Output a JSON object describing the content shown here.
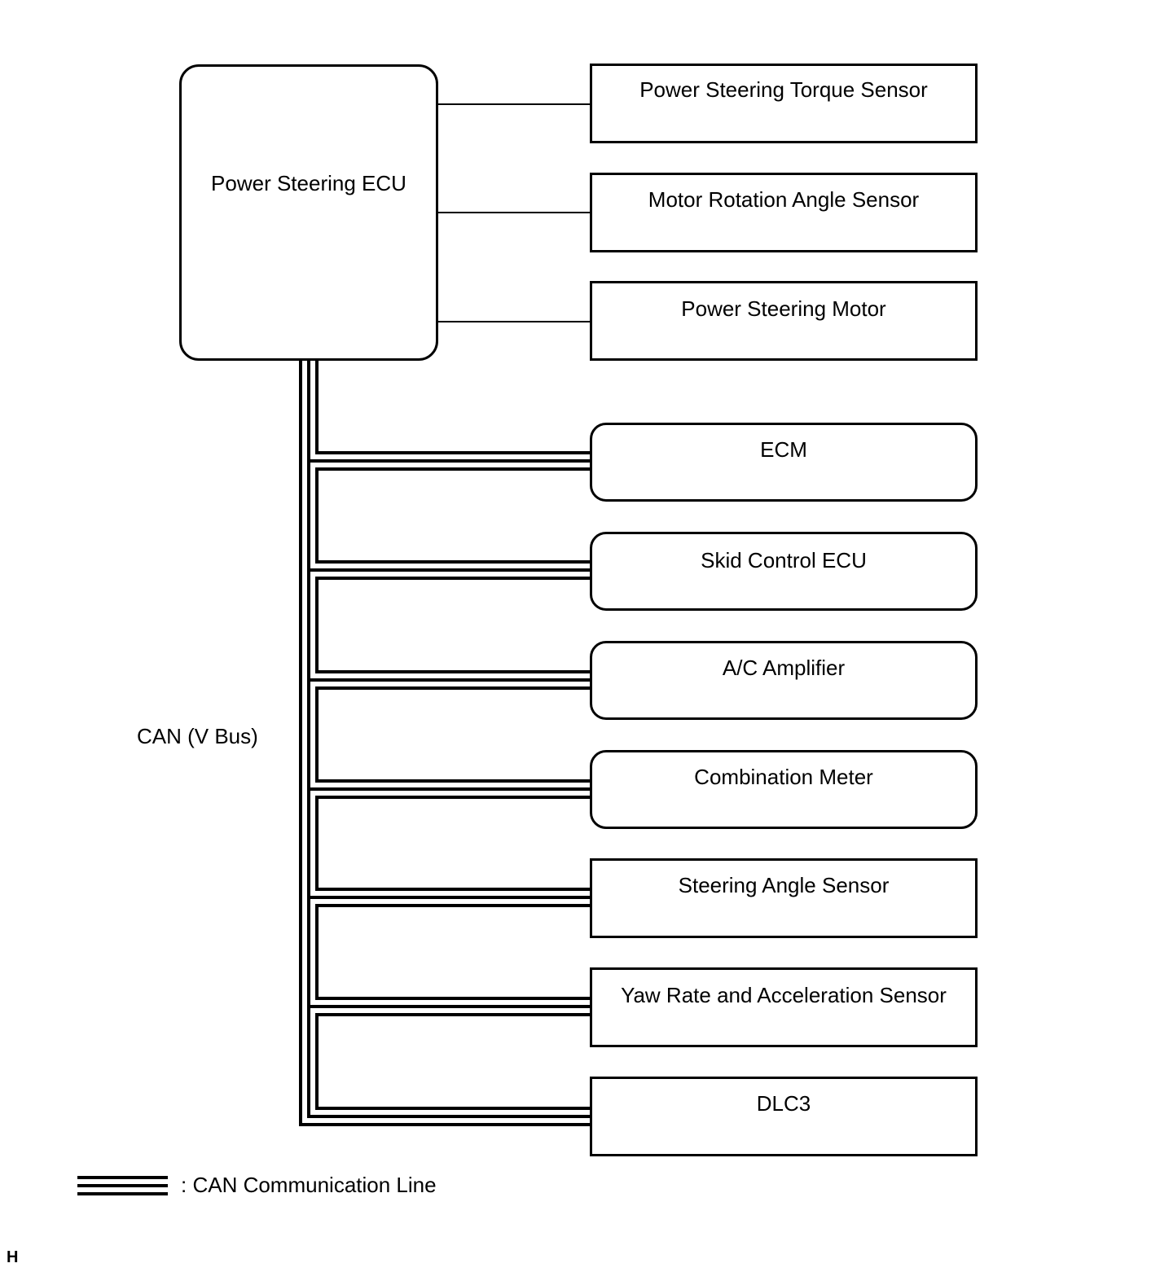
{
  "diagram": {
    "ecu": {
      "label": "Power Steering ECU"
    },
    "direct_components": [
      {
        "label": "Power Steering Torque Sensor"
      },
      {
        "label": "Motor Rotation Angle Sensor"
      },
      {
        "label": "Power Steering Motor"
      }
    ],
    "bus_label": "CAN (V Bus)",
    "can_components": [
      {
        "label": "ECM",
        "shape": "rounded"
      },
      {
        "label": "Skid Control ECU",
        "shape": "rounded"
      },
      {
        "label": "A/C Amplifier",
        "shape": "rounded"
      },
      {
        "label": "Combination Meter",
        "shape": "rounded"
      },
      {
        "label": "Steering Angle Sensor",
        "shape": "square"
      },
      {
        "label": "Yaw Rate and Acceleration Sensor",
        "shape": "square"
      },
      {
        "label": "DLC3",
        "shape": "square"
      }
    ],
    "legend": {
      "label": ": CAN Communication Line"
    },
    "corner_mark": "H"
  }
}
